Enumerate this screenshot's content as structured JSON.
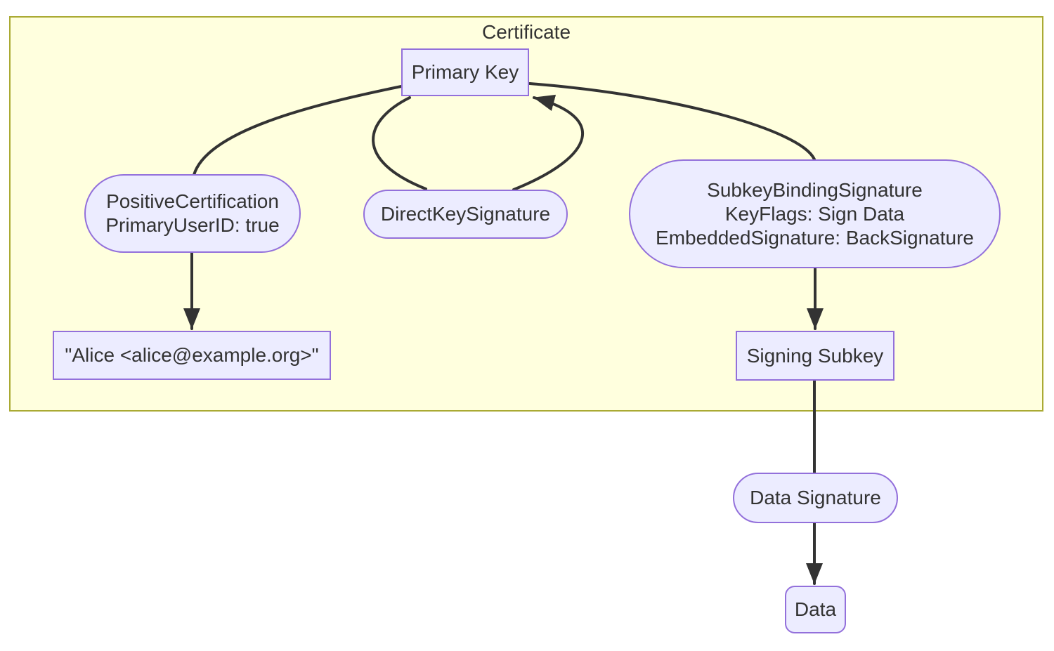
{
  "diagram": {
    "type": "flowchart",
    "cluster": {
      "label": "Certificate"
    },
    "nodes": {
      "primary_key": {
        "label": "Primary Key",
        "shape": "rect"
      },
      "positive_certification": {
        "lines": [
          "PositiveCertification",
          "PrimaryUserID: true"
        ],
        "shape": "stadium"
      },
      "direct_key_signature": {
        "label": "DirectKeySignature",
        "shape": "stadium"
      },
      "subkey_binding_signature": {
        "lines": [
          "SubkeyBindingSignature",
          "KeyFlags: Sign Data",
          "EmbeddedSignature: BackSignature"
        ],
        "shape": "stadium"
      },
      "user_id": {
        "label": "\"Alice <alice@example.org>\"",
        "shape": "rect"
      },
      "signing_subkey": {
        "label": "Signing Subkey",
        "shape": "rect"
      },
      "data_signature": {
        "label": "Data Signature",
        "shape": "stadium"
      },
      "data": {
        "label": "Data",
        "shape": "rounded"
      }
    },
    "edges": [
      {
        "from": "primary_key",
        "to": "positive_certification",
        "arrowhead": false
      },
      {
        "from": "positive_certification",
        "to": "user_id",
        "arrowhead": true
      },
      {
        "from": "primary_key",
        "to": "direct_key_signature",
        "arrowhead": false
      },
      {
        "from": "direct_key_signature",
        "to": "primary_key",
        "arrowhead": true
      },
      {
        "from": "subkey_binding_signature",
        "to": "primary_key",
        "arrowhead": false
      },
      {
        "from": "subkey_binding_signature",
        "to": "signing_subkey",
        "arrowhead": true
      },
      {
        "from": "signing_subkey",
        "to": "data_signature",
        "arrowhead": false
      },
      {
        "from": "data_signature",
        "to": "data",
        "arrowhead": true
      }
    ],
    "theme": {
      "cluster_bg": "#ffffde",
      "cluster_border": "#aaaa33",
      "node_bg": "#ececff",
      "node_border": "#9370db",
      "edge_color": "#333333",
      "text_color": "#333333",
      "page_bg": "#ffffff"
    }
  }
}
